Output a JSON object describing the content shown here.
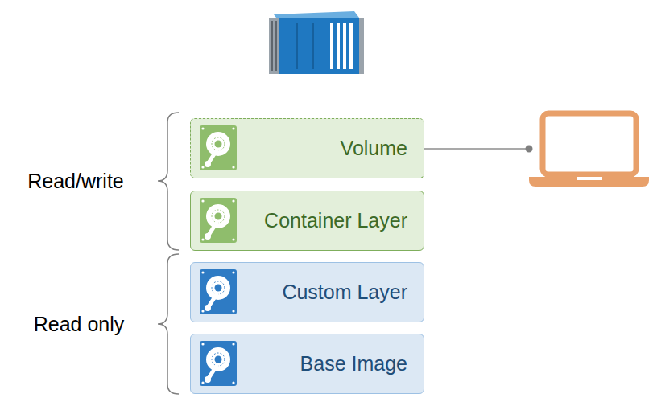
{
  "diagram": {
    "nodes": [
      {
        "text": [
          "Volume"
        ]
      },
      {
        "text": [
          "Container Layer"
        ]
      },
      {
        "text": [
          "Custom Layer"
        ]
      },
      {
        "text": [
          "Base Image"
        ]
      }
    ],
    "labels": [
      "Read/write",
      "Read only"
    ]
  }
}
